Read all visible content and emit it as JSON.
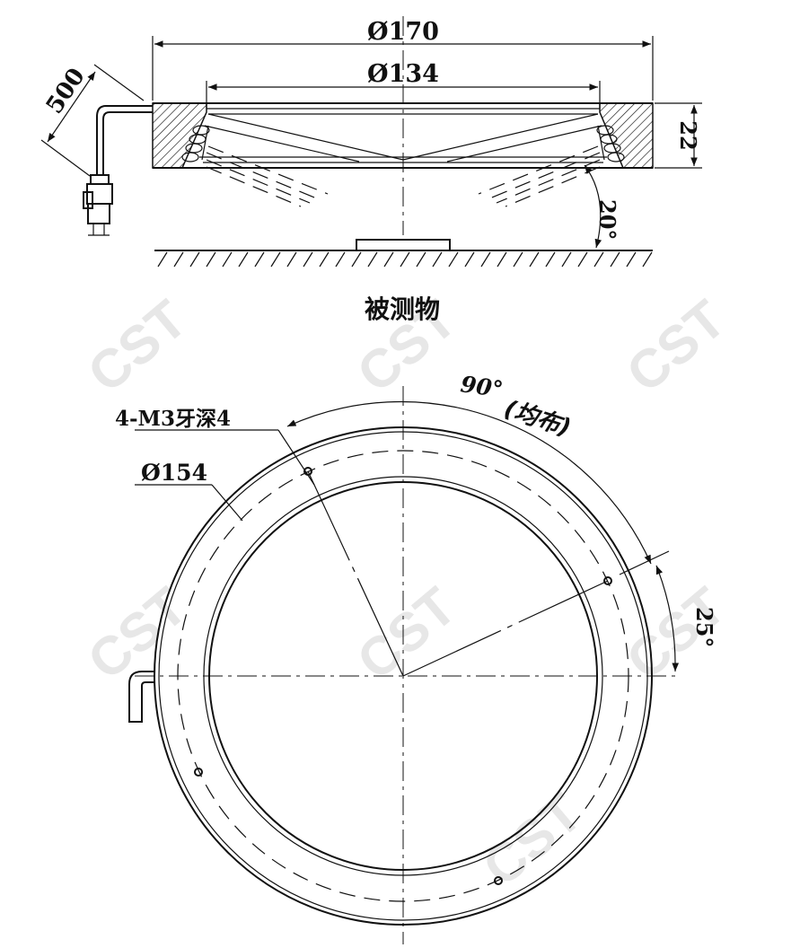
{
  "side_view": {
    "outer_diameter": "Ø170",
    "inner_diameter": "Ø134",
    "height": "22",
    "cable_length": "500",
    "angle": "20°",
    "object_label": "被测物"
  },
  "top_view": {
    "thread_note": "4-M3牙深4",
    "hole_circle_diameter": "Ø154",
    "hole_spacing": "90°",
    "hole_spacing_note": "(均布)",
    "offset_angle": "25°"
  },
  "watermark": "CST"
}
